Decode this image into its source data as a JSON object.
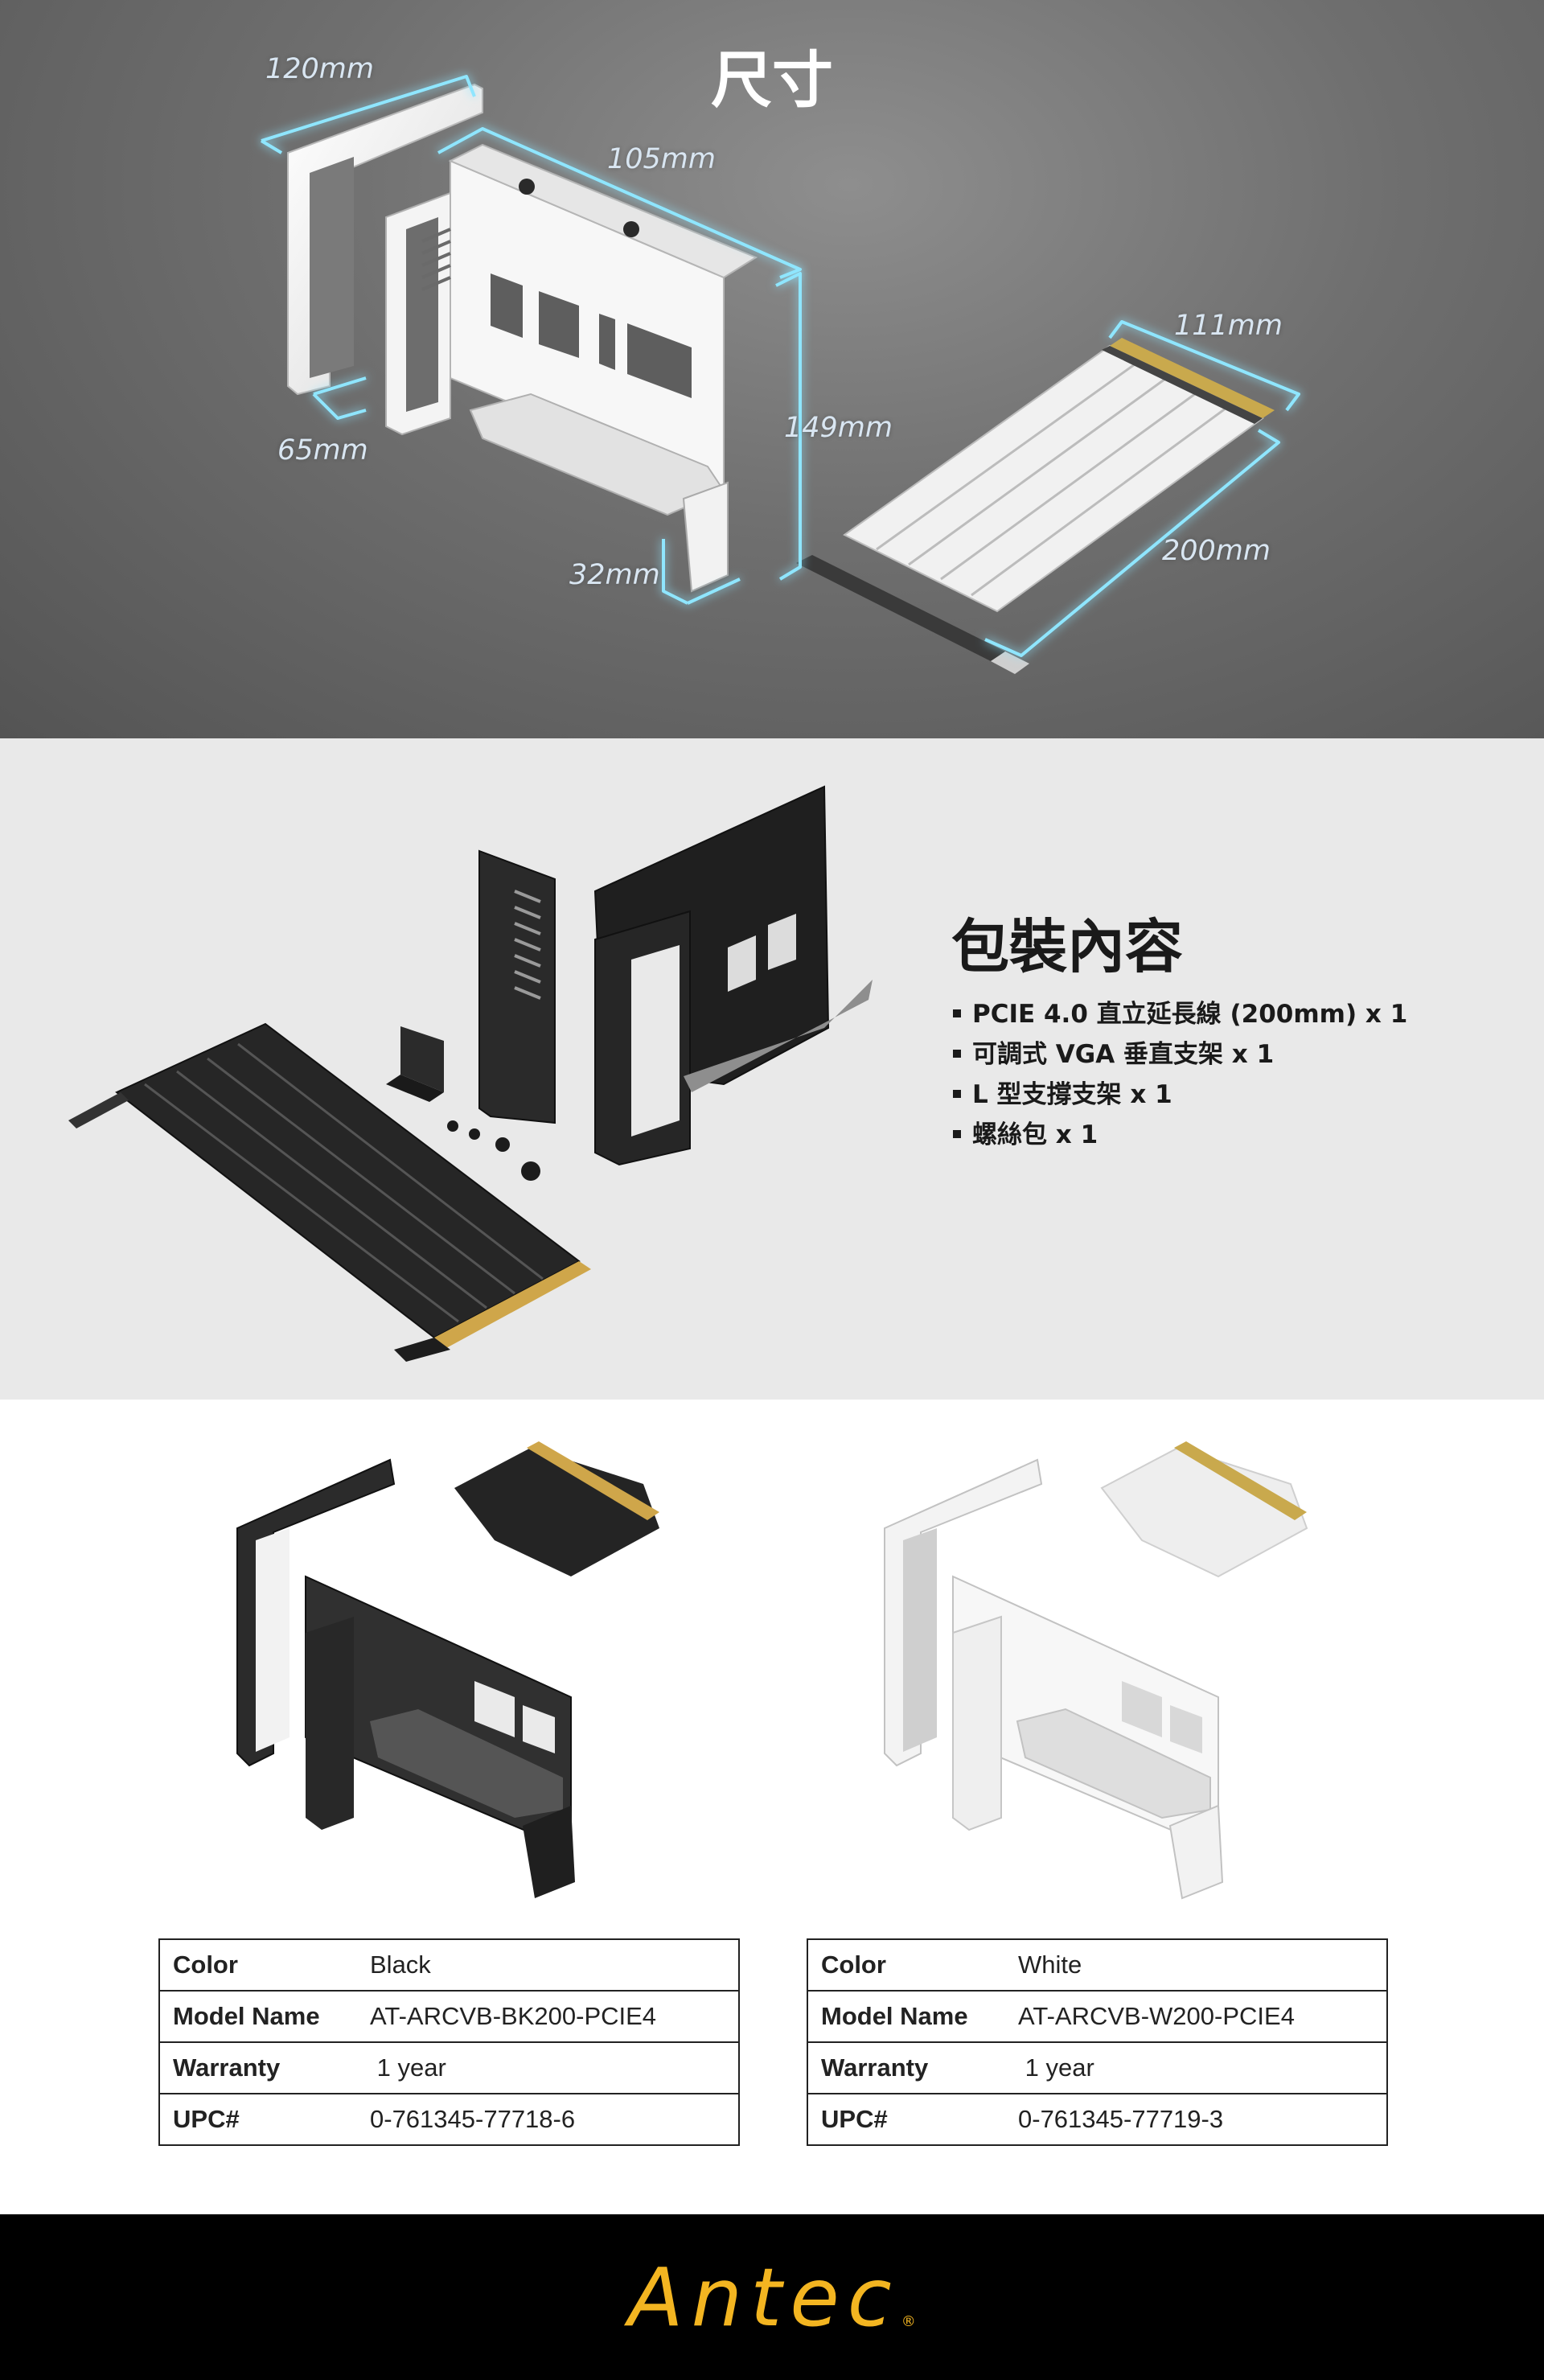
{
  "dimensions": {
    "title": "尺寸",
    "labels": {
      "width_top": "120mm",
      "length_top": "105mm",
      "depth_side": "65mm",
      "height": "149mm",
      "foot": "32mm",
      "cable_width": "111mm",
      "cable_length": "200mm"
    },
    "glow_color": "#8fe6ff"
  },
  "package": {
    "title": "包裝內容",
    "items": [
      "PCIE 4.0 直立延長線 (200mm) x 1",
      "可調式 VGA 垂直支架 x 1",
      "L 型支撐支架 x 1",
      "螺絲包 x 1"
    ]
  },
  "variants": [
    {
      "rows": [
        {
          "key": "Color",
          "value": "Black"
        },
        {
          "key": "Model Name",
          "value": "AT-ARCVB-BK200-PCIE4"
        },
        {
          "key": "Warranty",
          "value": " 1 year"
        },
        {
          "key": "UPC#",
          "value": "0-761345-77718-6"
        }
      ]
    },
    {
      "rows": [
        {
          "key": "Color",
          "value": "White"
        },
        {
          "key": "Model Name",
          "value": "AT-ARCVB-W200-PCIE4"
        },
        {
          "key": "Warranty",
          "value": " 1 year"
        },
        {
          "key": "UPC#",
          "value": "0-761345-77719-3"
        }
      ]
    }
  ],
  "footer": {
    "brand": "Antec",
    "registered": "®",
    "brand_color": "#f3b521"
  }
}
